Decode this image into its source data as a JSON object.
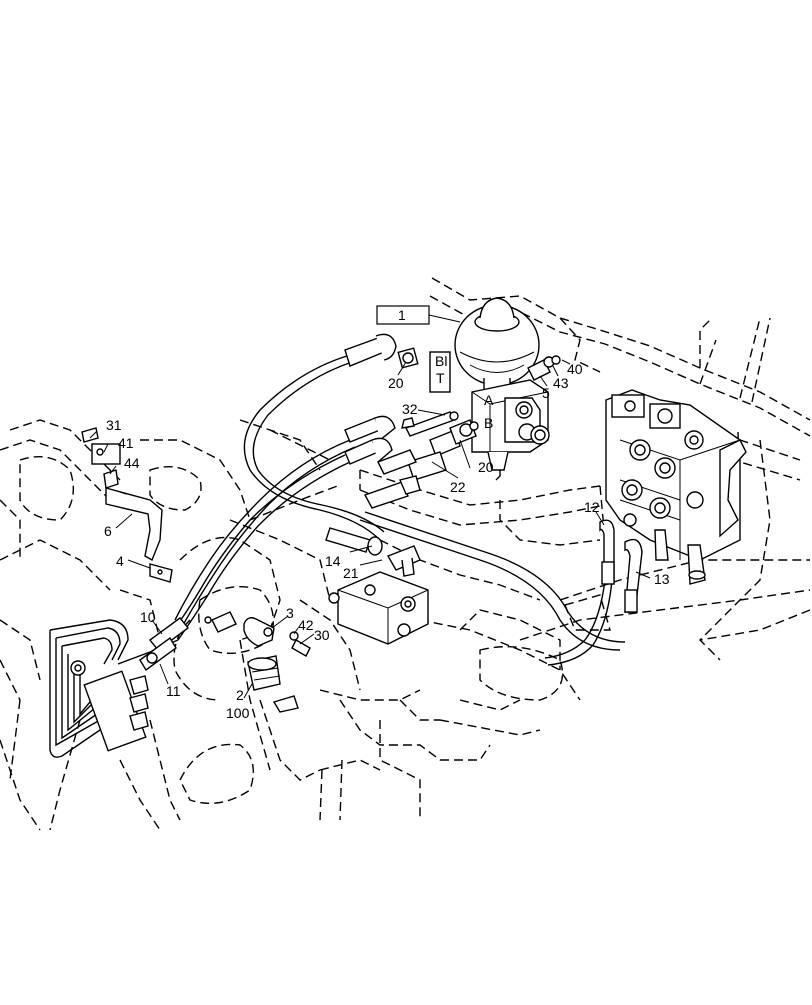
{
  "diagram": {
    "boxed_label": "1",
    "valve_port_labels": [
      "A",
      "B"
    ],
    "callouts": [
      {
        "key": "c31",
        "text": "31"
      },
      {
        "key": "c41",
        "text": "41"
      },
      {
        "key": "c44",
        "text": "44"
      },
      {
        "key": "c6",
        "text": "6"
      },
      {
        "key": "c4",
        "text": "4"
      },
      {
        "key": "c10",
        "text": "10"
      },
      {
        "key": "c11",
        "text": "11"
      },
      {
        "key": "c2",
        "text": "2"
      },
      {
        "key": "c100",
        "text": "100"
      },
      {
        "key": "c3",
        "text": "3"
      },
      {
        "key": "c42",
        "text": "42"
      },
      {
        "key": "c30",
        "text": "30"
      },
      {
        "key": "c14",
        "text": "14"
      },
      {
        "key": "c21",
        "text": "21"
      },
      {
        "key": "c20a",
        "text": "20"
      },
      {
        "key": "c32",
        "text": "32"
      },
      {
        "key": "c20b",
        "text": "20"
      },
      {
        "key": "c22",
        "text": "22"
      },
      {
        "key": "c5",
        "text": "5"
      },
      {
        "key": "c43",
        "text": "43"
      },
      {
        "key": "c40",
        "text": "40"
      },
      {
        "key": "c12",
        "text": "12"
      },
      {
        "key": "c13",
        "text": "13"
      }
    ]
  }
}
